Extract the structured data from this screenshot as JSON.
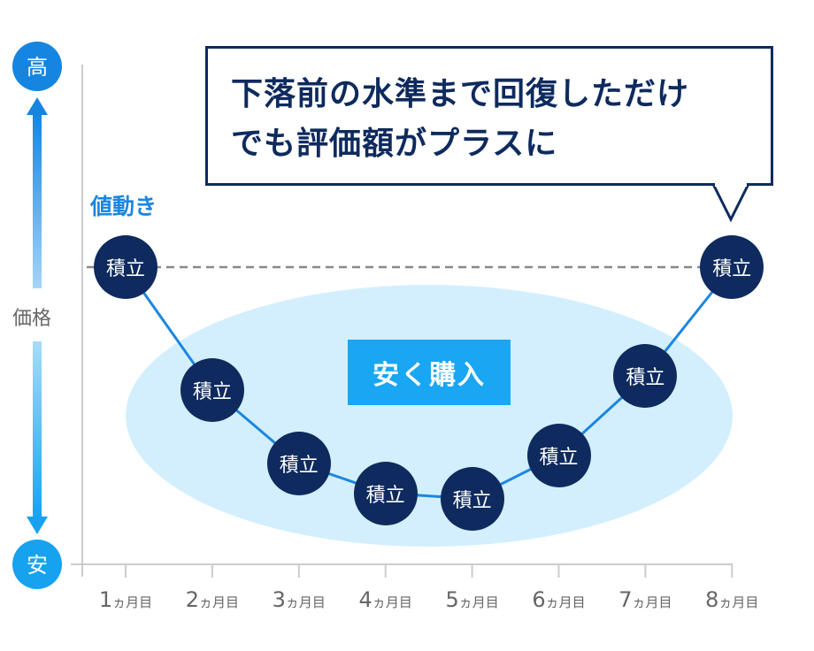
{
  "callout": {
    "line1": "下落前の水準まで回復しただけ",
    "line2": "でも評価額がプラスに"
  },
  "buy_label": "安く購入",
  "trend_label": "値動き",
  "axis": {
    "high": "高",
    "low": "安",
    "price": "価格"
  },
  "point_label": "積立",
  "chart_data": {
    "type": "line",
    "categories": [
      "1ヵ月目",
      "2ヵ月目",
      "3ヵ月目",
      "4ヵ月目",
      "5ヵ月目",
      "6ヵ月目",
      "7ヵ月目",
      "8ヵ月目"
    ],
    "x_labels": [
      {
        "n": "1",
        "u": "ヵ月目"
      },
      {
        "n": "2",
        "u": "ヵ月目"
      },
      {
        "n": "3",
        "u": "ヵ月目"
      },
      {
        "n": "4",
        "u": "ヵ月目"
      },
      {
        "n": "5",
        "u": "ヵ月目"
      },
      {
        "n": "6",
        "u": "ヵ月目"
      },
      {
        "n": "7",
        "u": "ヵ月目"
      },
      {
        "n": "8",
        "u": "ヵ月目"
      }
    ],
    "values": [
      100,
      55,
      28,
      17,
      15,
      31,
      60,
      100
    ],
    "reference_level": 100,
    "ylabel": "価格"
  },
  "colors": {
    "navy": "#0e2a5e",
    "line": "#1b86e0",
    "ellipse": "#d3effd",
    "dash": "#888888"
  }
}
